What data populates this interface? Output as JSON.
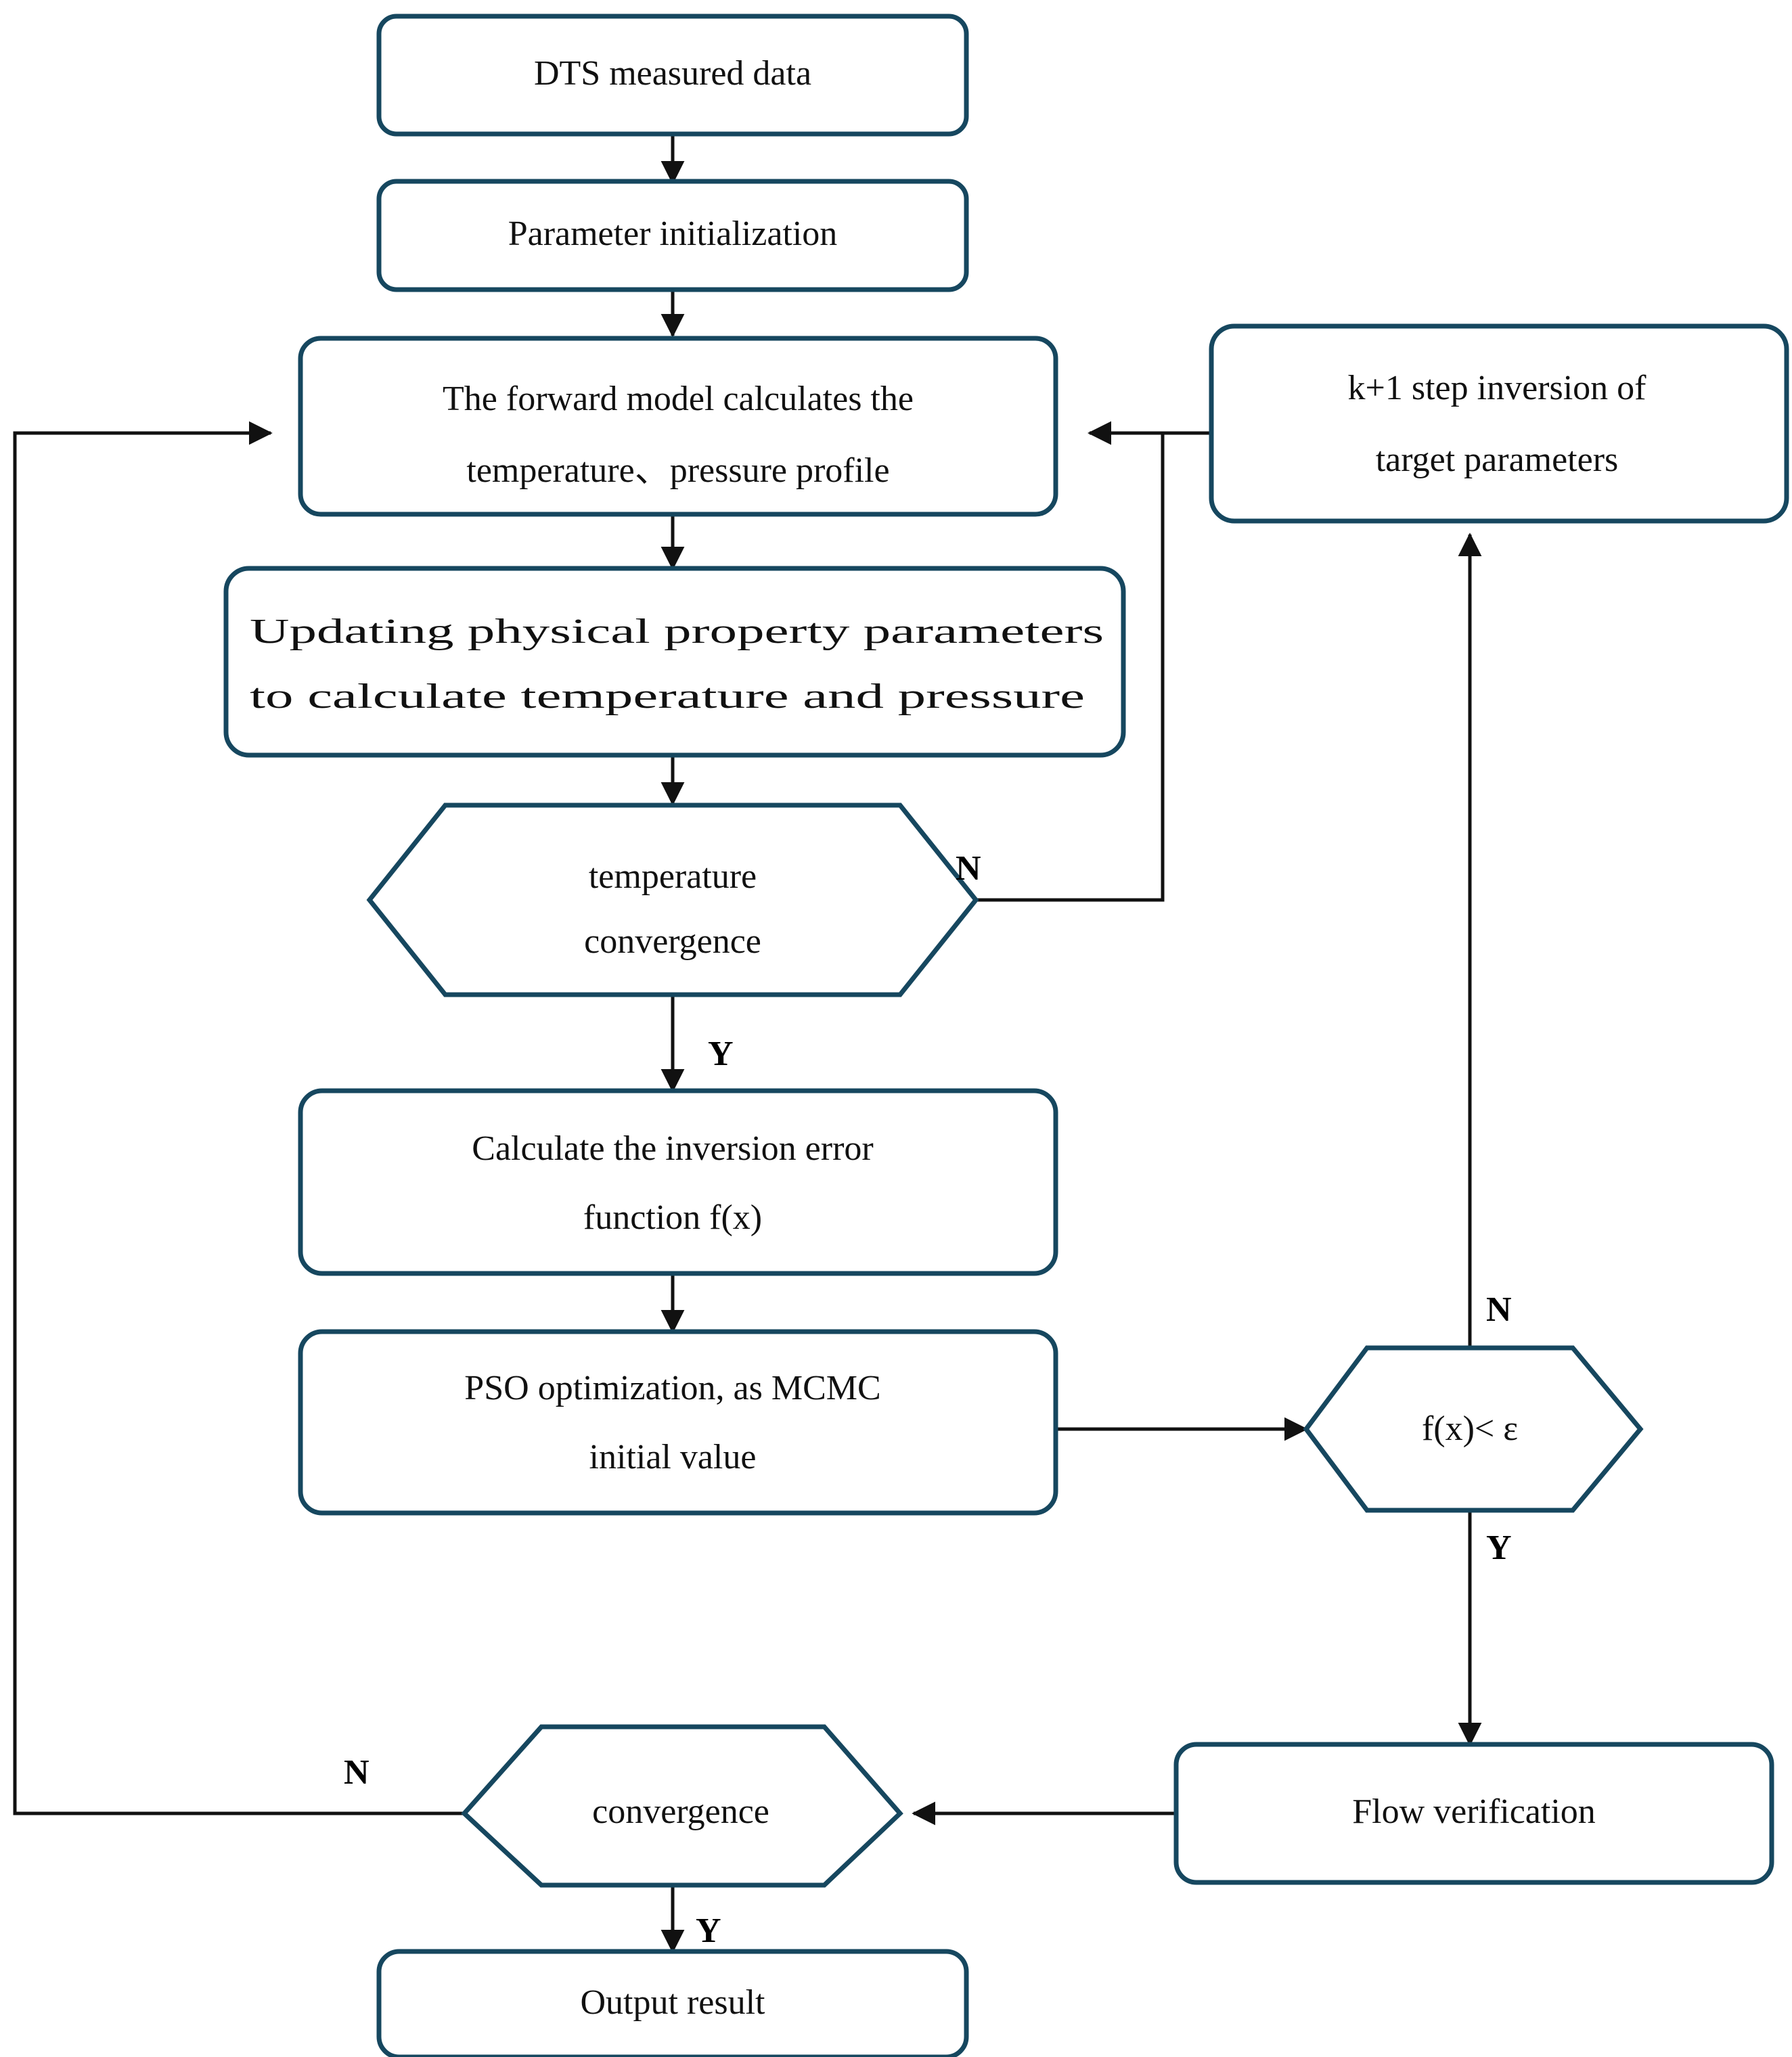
{
  "diagram": {
    "title": "DTS temperature inversion workflow flowchart",
    "accent_color": "#16475f",
    "line_color": "#111111",
    "background": "#ffffff"
  },
  "nodes": {
    "dts_data": {
      "label": "DTS measured data",
      "shape": "rounded-rect"
    },
    "param_init": {
      "label": "Parameter initialization",
      "shape": "rounded-rect"
    },
    "forward_model_l1": {
      "label": "The forward model calculates the",
      "shape": "rounded-rect"
    },
    "forward_model_l2": {
      "label": "temperature、pressure profile"
    },
    "kplus1_l1": {
      "label": "k+1 step inversion of",
      "shape": "rounded-rect"
    },
    "kplus1_l2": {
      "label": "target parameters"
    },
    "updating_l1": {
      "label": "Updating  physical  property  parameters",
      "shape": "rounded-rect"
    },
    "updating_l2": {
      "label": "to calculate temperature and pressure"
    },
    "temp_conv_l1": {
      "label": "temperature",
      "shape": "hexagon"
    },
    "temp_conv_l2": {
      "label": "convergence"
    },
    "calc_error_l1": {
      "label": "Calculate the inversion error",
      "shape": "rounded-rect"
    },
    "calc_error_l2": {
      "label": "function f(x)"
    },
    "pso_l1": {
      "label": "PSO optimization, as MCMC",
      "shape": "rounded-rect"
    },
    "pso_l2": {
      "label": "initial value"
    },
    "fx_eps": {
      "label": "f(x)< ε",
      "shape": "hexagon"
    },
    "flow_verification": {
      "label": "Flow verification",
      "shape": "rounded-rect"
    },
    "convergence": {
      "label": "convergence",
      "shape": "hexagon"
    },
    "output_result": {
      "label": "Output result",
      "shape": "rounded-rect"
    }
  },
  "branch_labels": {
    "temp_conv_no": "N",
    "temp_conv_yes": "Y",
    "fx_eps_no": "N",
    "fx_eps_yes": "Y",
    "convergence_no": "N",
    "convergence_yes": "Y"
  }
}
